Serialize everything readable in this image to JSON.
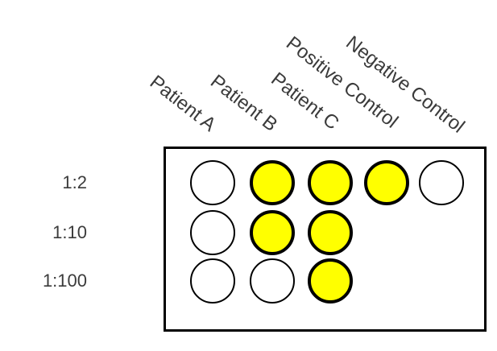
{
  "plate": {
    "row_labels": [
      "1:2",
      "1:10",
      "1:100"
    ],
    "column_labels": [
      "Patient A",
      "Patient B",
      "Patient C",
      "Positive Control",
      "Negative Control"
    ],
    "grid": [
      [
        "negative",
        "positive",
        "positive",
        "positive",
        "negative"
      ],
      [
        "negative",
        "positive",
        "positive",
        null,
        null
      ],
      [
        "negative",
        "negative",
        "positive",
        null,
        null
      ]
    ]
  },
  "colors": {
    "positive_fill": "#FFFF00",
    "negative_fill": "#FFFFFF",
    "outline": "#000000",
    "text": "#3B3B3B"
  }
}
